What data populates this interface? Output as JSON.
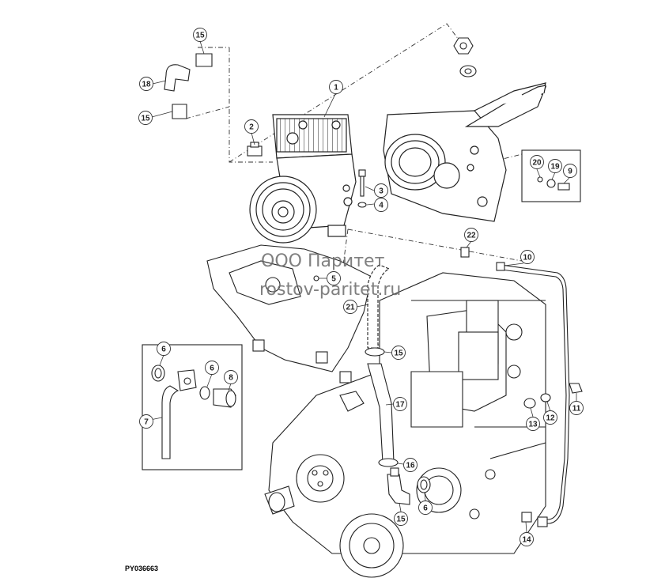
{
  "diagram": {
    "figure_code": "PY036663",
    "watermark_line1": "ООО Паритет",
    "watermark_line2": "rostov-paritet.ru",
    "callouts": [
      {
        "id": "c1",
        "label": "1"
      },
      {
        "id": "c2",
        "label": "2"
      },
      {
        "id": "c3",
        "label": "3"
      },
      {
        "id": "c4",
        "label": "4"
      },
      {
        "id": "c5",
        "label": "5"
      },
      {
        "id": "c6a",
        "label": "6"
      },
      {
        "id": "c6b",
        "label": "6"
      },
      {
        "id": "c6c",
        "label": "6"
      },
      {
        "id": "c7",
        "label": "7"
      },
      {
        "id": "c8",
        "label": "8"
      },
      {
        "id": "c9",
        "label": "9"
      },
      {
        "id": "c10",
        "label": "10"
      },
      {
        "id": "c11",
        "label": "11"
      },
      {
        "id": "c12",
        "label": "12"
      },
      {
        "id": "c13",
        "label": "13"
      },
      {
        "id": "c14",
        "label": "14"
      },
      {
        "id": "c15a",
        "label": "15"
      },
      {
        "id": "c15b",
        "label": "15"
      },
      {
        "id": "c15c",
        "label": "15"
      },
      {
        "id": "c15d",
        "label": "15"
      },
      {
        "id": "c16",
        "label": "16"
      },
      {
        "id": "c17",
        "label": "17"
      },
      {
        "id": "c18",
        "label": "18"
      },
      {
        "id": "c19",
        "label": "19"
      },
      {
        "id": "c20",
        "label": "20"
      },
      {
        "id": "c21",
        "label": "21"
      },
      {
        "id": "c22",
        "label": "22"
      }
    ]
  }
}
